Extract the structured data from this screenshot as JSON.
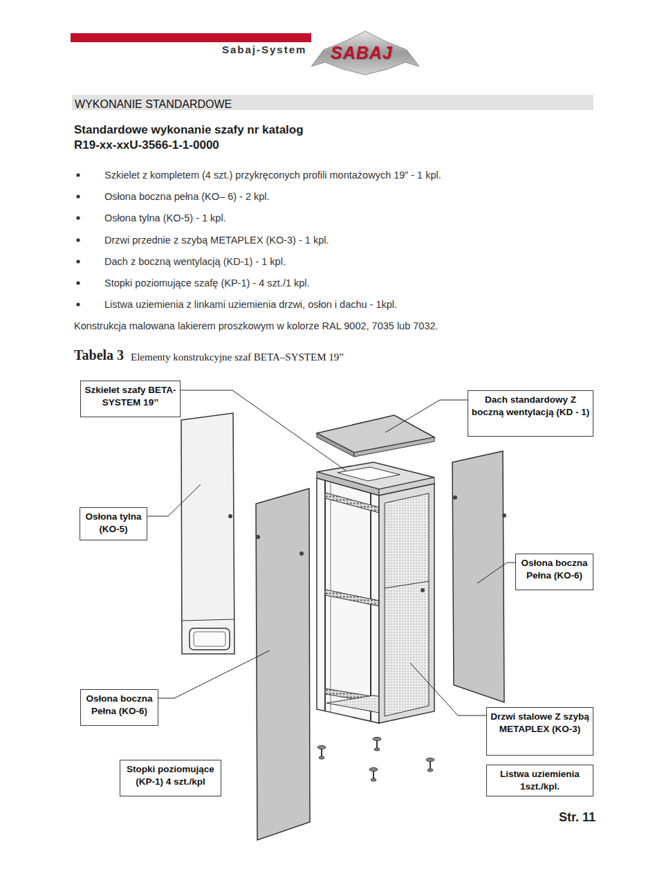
{
  "diagram": {
    "title": "WYKONANIE STANDARDOWE",
    "caption": "Elementy konstrukcyjne szaf BETA–SYSTEM 19”",
    "nodes": [
      {
        "text": [
          "Szkielet szafy BETA-SYSTEM 19’’"
        ]
      },
      {
        "text": [
          "Dach standardowy Z boczną wentylacją (KD - 1)"
        ]
      },
      {
        "text": [
          "Osłona tylna (KO-5)"
        ]
      },
      {
        "text": [
          "Osłona boczna Pełna (KO-6)"
        ]
      },
      {
        "text": [
          "Osłona boczna Pełna (KO-6)"
        ]
      },
      {
        "text": [
          "Drzwi stalowe Z szybą METAPLEX (KO-3)"
        ]
      },
      {
        "text": [
          "Stopki poziomujące (KP-1) 4 szt./kpl"
        ]
      },
      {
        "text": [
          "Listwa uziemienia 1szt./kpl."
        ]
      }
    ],
    "labels": [
      "Sabaj-System",
      "SABAJ",
      "Standardowe wykonanie szafy nr katalog",
      "R19-xx-xxU-3566-1-1-0000",
      "Szkielet z kompletem (4 szt.) przykręconych profili montażowych 19” - 1 kpl.",
      "Osłona boczna pełna (KO– 6) - 2 kpl.",
      "Osłona tylna (KO-5) - 1 kpl.",
      "Drzwi przednie z szybą METAPLEX (KO-3) - 1 kpl.",
      "Dach z boczną wentylacją (KD-1) - 1 kpl.",
      "Stopki poziomujące szafę (KP-1) - 4 szt./1 kpl.",
      "Listwa uziemienia z linkami uziemienia drzwi, osłon i dachu - 1kpl.",
      "Konstrukcja malowana lakierem proszkowym w kolorze RAL 9002, 7035 lub 7032.",
      "Tabela 3",
      "Str. 11"
    ]
  }
}
